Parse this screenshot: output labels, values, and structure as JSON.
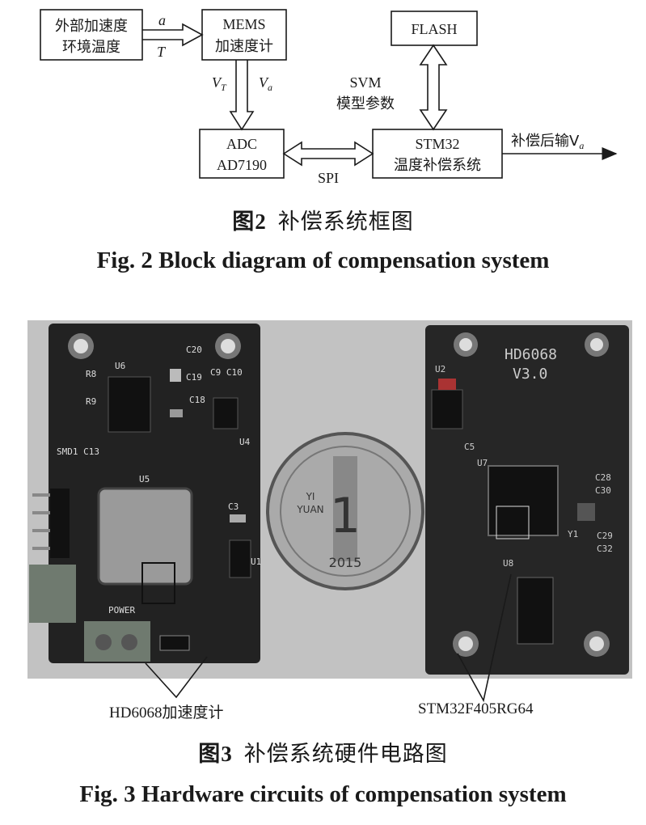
{
  "fig2": {
    "blocks": {
      "external": [
        "外部加速度",
        "环境温度"
      ],
      "mems": [
        "MEMS",
        "加速度计"
      ],
      "flash": "FLASH",
      "adc": [
        "ADC",
        "AD7190"
      ],
      "stm32": [
        "STM32",
        "温度补偿系统"
      ]
    },
    "signals": {
      "a": "a",
      "t": "T",
      "vt_main": "V",
      "vt_sub": "T",
      "va_main": "V",
      "va_sub": "a",
      "svm": [
        "SVM",
        "模型参数"
      ],
      "spi": "SPI",
      "out_main": "补偿后输V",
      "out_sub": "a"
    },
    "caption_zh_num": "图2",
    "caption_zh_text": "补偿系统框图",
    "caption_en": "Fig. 2  Block diagram of compensation system"
  },
  "fig3": {
    "board_left": {
      "silk": {
        "u6": "U6",
        "u5": "U5",
        "u4": "U4",
        "u1": "U1",
        "c3": "C3",
        "power": "POWER",
        "smd": "SMD1 C13",
        "c9c10": "C9 C10",
        "c19": "C19",
        "c18": "C18",
        "c20": "C20",
        "r8": "R8",
        "r9": "R9"
      }
    },
    "coin": {
      "text": [
        "YI",
        "YUAN"
      ],
      "digit": "1",
      "year": "2015"
    },
    "board_right": {
      "silk": {
        "model": "HD6068",
        "version": "V3.0",
        "u2": "U2",
        "u7": "U7",
        "u8": "U8",
        "c28": "C28",
        "c30": "C30",
        "c29": "C29",
        "c32": "C32",
        "y1": "Y1",
        "c5": "C5"
      }
    },
    "label_left": "HD6068加速度计",
    "label_right": "STM32F405RG64",
    "caption_zh_num": "图3",
    "caption_zh_text": "补偿系统硬件电路图",
    "caption_en": "Fig. 3  Hardware circuits of compensation system"
  }
}
